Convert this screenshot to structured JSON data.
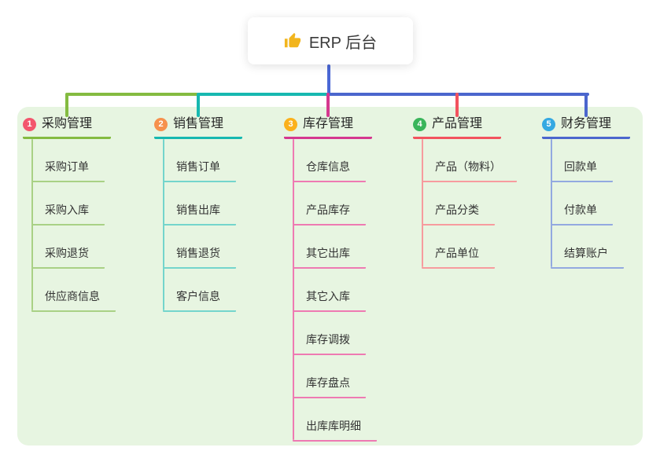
{
  "root": {
    "label": "ERP 后台",
    "icon": "thumbs-up-icon",
    "icon_color": "#f2b51d"
  },
  "colors": {
    "page_bg": "#ffffff",
    "panel_bg": "#e7f5e1",
    "root_line": "#4b68d5",
    "text_dark": "#333333"
  },
  "branches": [
    {
      "number": "1",
      "label": "采购管理",
      "badge_color": "#f3566d",
      "line_color": "#84bb41",
      "child_line_color": "#a9d185",
      "children": [
        "采购订单",
        "采购入库",
        "采购退货",
        "供应商信息"
      ]
    },
    {
      "number": "2",
      "label": "销售管理",
      "badge_color": "#f6914d",
      "line_color": "#17b8b0",
      "child_line_color": "#74d5cc",
      "children": [
        "销售订单",
        "销售出库",
        "销售退货",
        "客户信息"
      ]
    },
    {
      "number": "3",
      "label": "库存管理",
      "badge_color": "#fbb11c",
      "line_color": "#d5388f",
      "child_line_color": "#ee7ab2",
      "children": [
        "仓库信息",
        "产品库存",
        "其它出库",
        "其它入库",
        "库存调拨",
        "库存盘点",
        "出库库明细"
      ]
    },
    {
      "number": "4",
      "label": "产品管理",
      "badge_color": "#3ab55b",
      "line_color": "#f2535e",
      "child_line_color": "#f79b9e",
      "children": [
        "产品（物料）",
        "产品分类",
        "产品单位"
      ]
    },
    {
      "number": "5",
      "label": "财务管理",
      "badge_color": "#35a9e2",
      "line_color": "#4b66cd",
      "child_line_color": "#93a9e0",
      "children": [
        "回款单",
        "付款单",
        "结算账户"
      ]
    }
  ]
}
